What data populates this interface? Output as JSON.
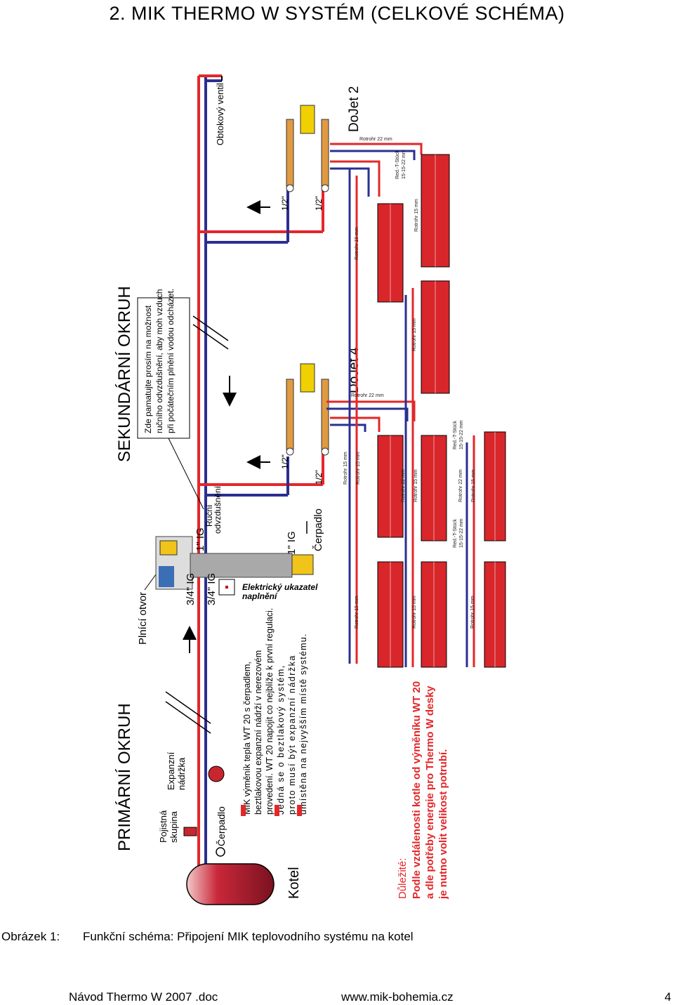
{
  "page": {
    "title": "2. MIK THERMO W SYSTÉM (CELKOVÉ SCHÉMA)"
  },
  "diagram": {
    "sections": {
      "primary": "PRIMÁRNÍ OKRUH",
      "secondary": "SEKUNDÁRNÍ OKRUH"
    },
    "components": {
      "kotel": "Kotel",
      "cerpadlo": "Čerpadlo",
      "pojistna_skupina": [
        "Pojistná",
        "skupina"
      ],
      "expanzni_nadrzka": [
        "Expanzní",
        "nádržka"
      ],
      "plnici_otvor": "Plnící otvor",
      "rucni_odvzdusneni": [
        "Ruční",
        "odvzdušnění"
      ],
      "obtokovy_ventil": "Obtokový ventil",
      "dojet2": "DoJet 2",
      "dojet4": "DoJet 4",
      "indicator": [
        "Elektrický ukazatel",
        "naplnění"
      ]
    },
    "sizes": {
      "g34_upper": "3/4\" IG",
      "g34_lower": "3/4\" IG",
      "g1_upper": "1\" IG",
      "g1_lower": "1\" IG",
      "g12": "1/2\""
    },
    "pipes": {
      "rotrohr22": "Rotrohr 22 mm",
      "rotrohr15": "Rotrohr 15 mm",
      "red_t": [
        "Red.-T-Stück",
        "15-15-22 mm"
      ]
    },
    "notes": {
      "secondary_note": [
        "Zde pamatujte prosím na možnost",
        "ručního odvzdušnění, aby moh vzduch",
        "při počátečním plnění vodou odcházet."
      ],
      "mik_note": [
        "MIK výměník tepla WT 20 s čerpadlem,",
        "beztlakovou expanzní nádrží v nerezovém",
        "provedení. WT 20 napojit co nejblíže k první regulaci.",
        "Jedná se o beztlakový systém,",
        "proto musí být expanzní nádržka",
        "umístěna na nejvyšším místě systému."
      ],
      "important": [
        "Důležité:",
        "Podle vzdálenosti kotle od výměníku WT 20",
        "a dle potřeby energie pro Thermo W desky",
        "je nutno volit velikost potrubí."
      ]
    }
  },
  "caption": {
    "label": "Obrázek 1:",
    "text": "Funkční schéma: Připojení MIK teplovodního systému na kotel"
  },
  "footer": {
    "doc": "Návod Thermo W 2007 .doc",
    "web": "www.mik-bohemia.cz",
    "page": "4"
  },
  "colors": {
    "supply": "#e3272a",
    "return": "#2b2f8f",
    "panel": "#d8262a",
    "tank": "#b3202a"
  }
}
